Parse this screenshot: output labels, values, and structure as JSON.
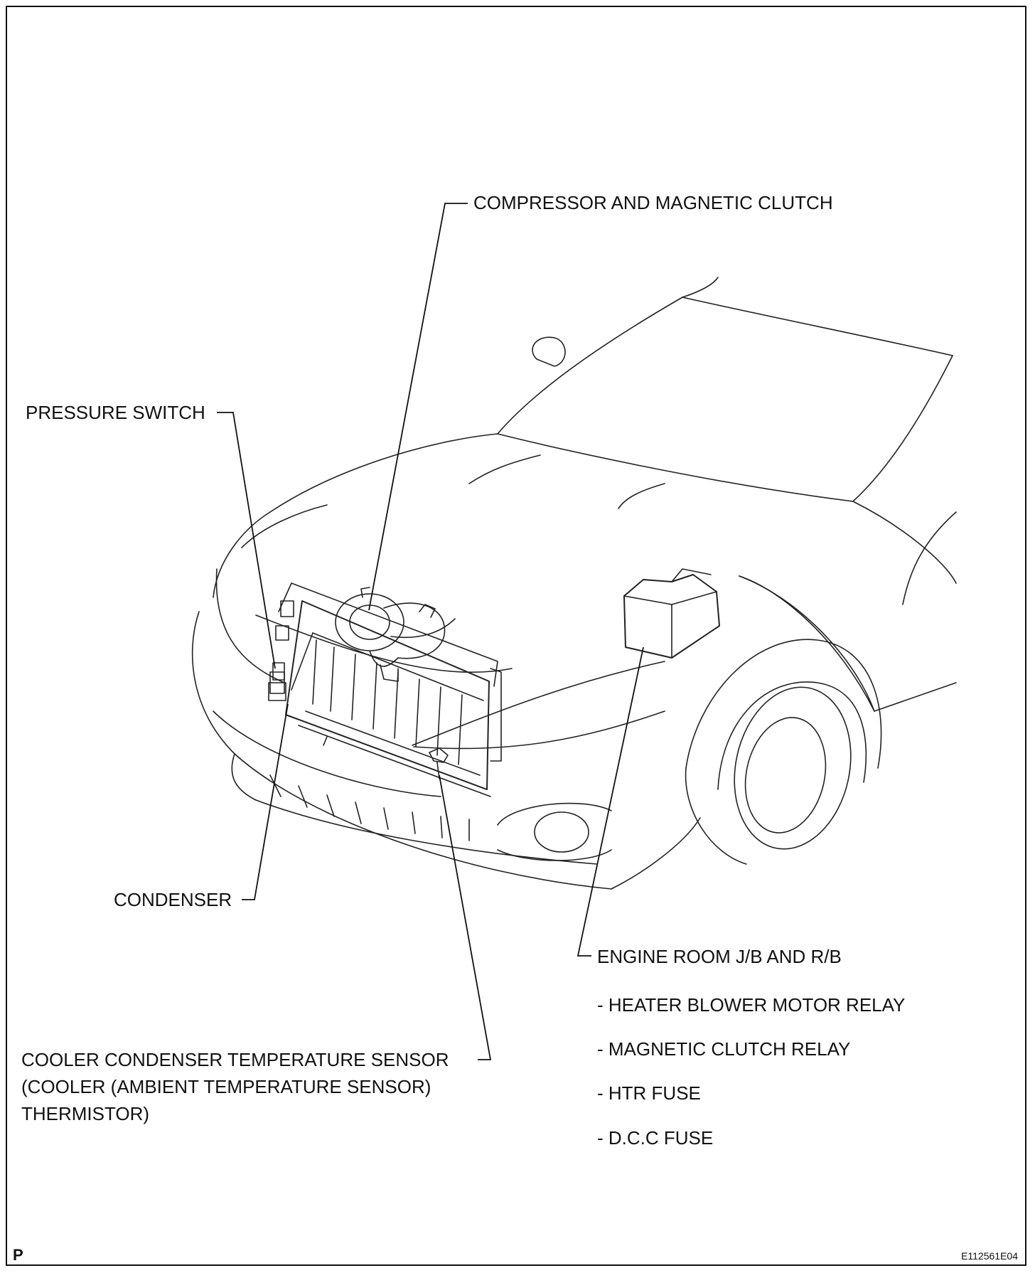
{
  "labels": {
    "compressor": "COMPRESSOR AND MAGNETIC CLUTCH",
    "pressure_switch": "PRESSURE SWITCH",
    "condenser": "CONDENSER",
    "sensor_line1": "COOLER CONDENSER TEMPERATURE SENSOR",
    "sensor_line2": "(COOLER (AMBIENT TEMPERATURE SENSOR)",
    "sensor_line3": "THERMISTOR)",
    "junction_block": "ENGINE ROOM J/B AND R/B",
    "jb_items": [
      "- HEATER BLOWER MOTOR RELAY",
      "- MAGNETIC CLUTCH RELAY",
      "- HTR FUSE",
      "- D.C.C FUSE"
    ]
  },
  "corner_mark": "P",
  "figure_code": "E112561E04"
}
